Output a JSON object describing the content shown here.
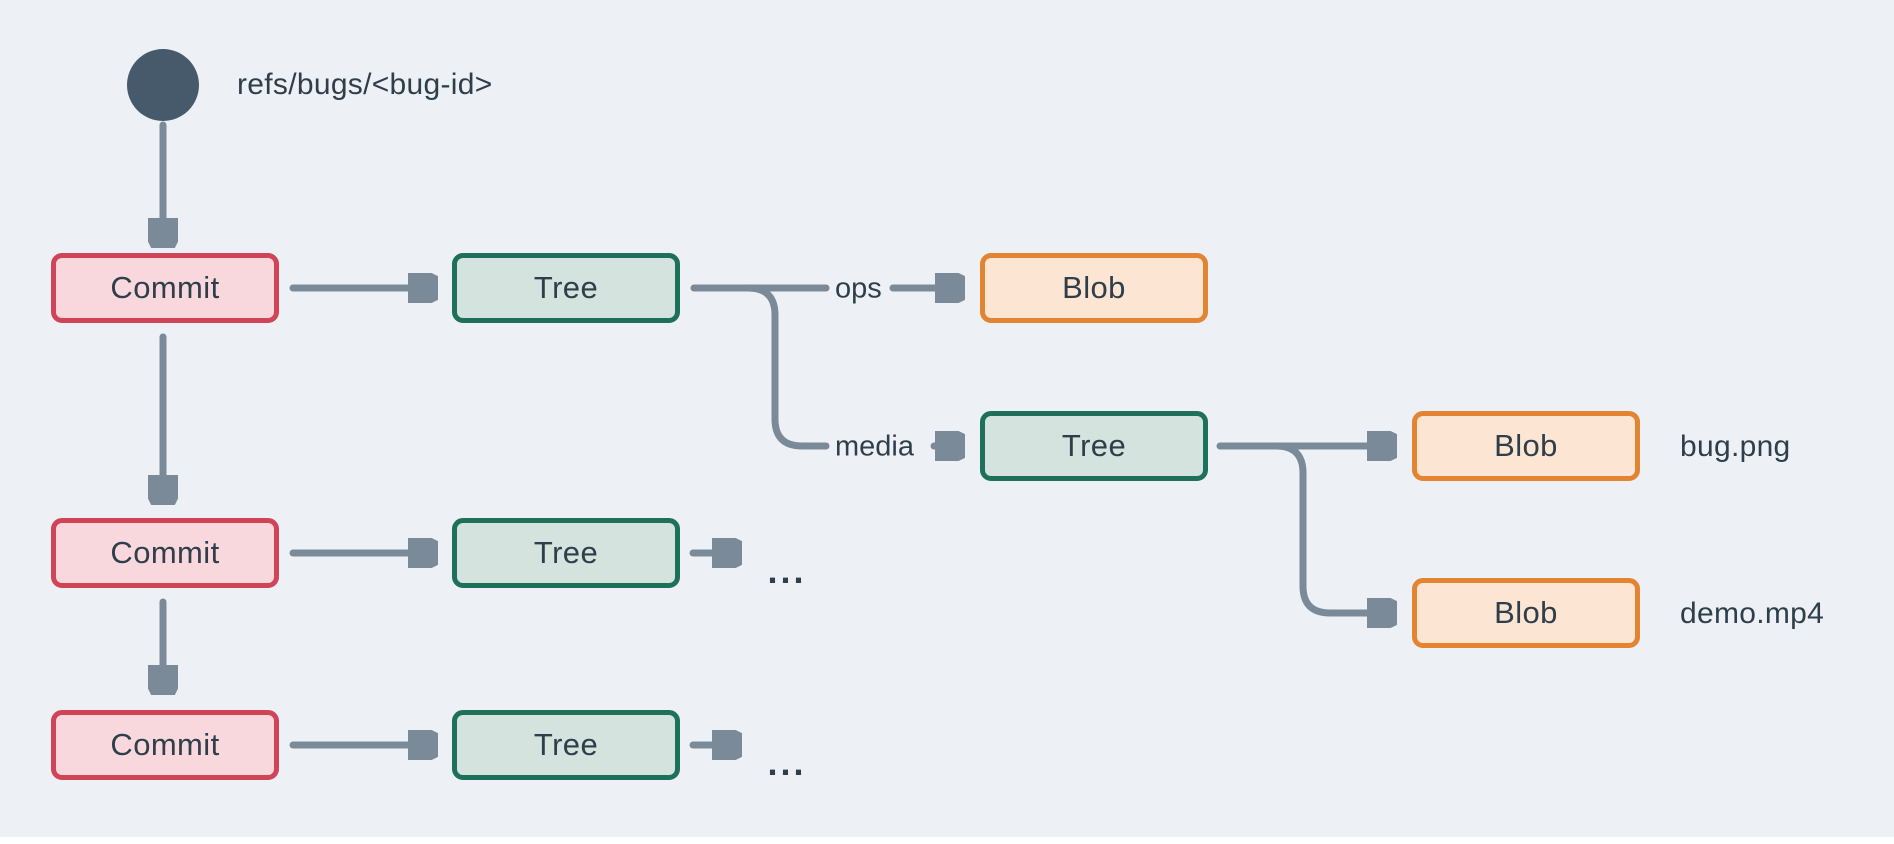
{
  "colors": {
    "bg": "#edf1f5",
    "ink": "#2f3e4b",
    "edge": "#7b8a98",
    "ref-fill": "#475a6b",
    "commit-fill": "#f8d8dd",
    "commit-border": "#cf4557",
    "tree-fill": "#d4e3de",
    "tree-border": "#1e705b",
    "blob-fill": "#fce5d2",
    "blob-border": "#e28432",
    "footer-strip": "#ffffff"
  },
  "ref": {
    "label": "refs/bugs/<bug-id>"
  },
  "nodes": {
    "commit1": {
      "label": "Commit"
    },
    "tree1": {
      "label": "Tree"
    },
    "blobOps": {
      "label": "Blob"
    },
    "tree2": {
      "label": "Tree"
    },
    "blobBug": {
      "label": "Blob"
    },
    "blobDemo": {
      "label": "Blob"
    },
    "commit2": {
      "label": "Commit"
    },
    "treeRow2": {
      "label": "Tree"
    },
    "commit3": {
      "label": "Commit"
    },
    "treeRow3": {
      "label": "Tree"
    }
  },
  "edge_labels": {
    "ops": "ops",
    "media": "media"
  },
  "file_labels": {
    "bug": "bug.png",
    "demo": "demo.mp4"
  },
  "ellipsis": {
    "row2": "...",
    "row3": "..."
  }
}
